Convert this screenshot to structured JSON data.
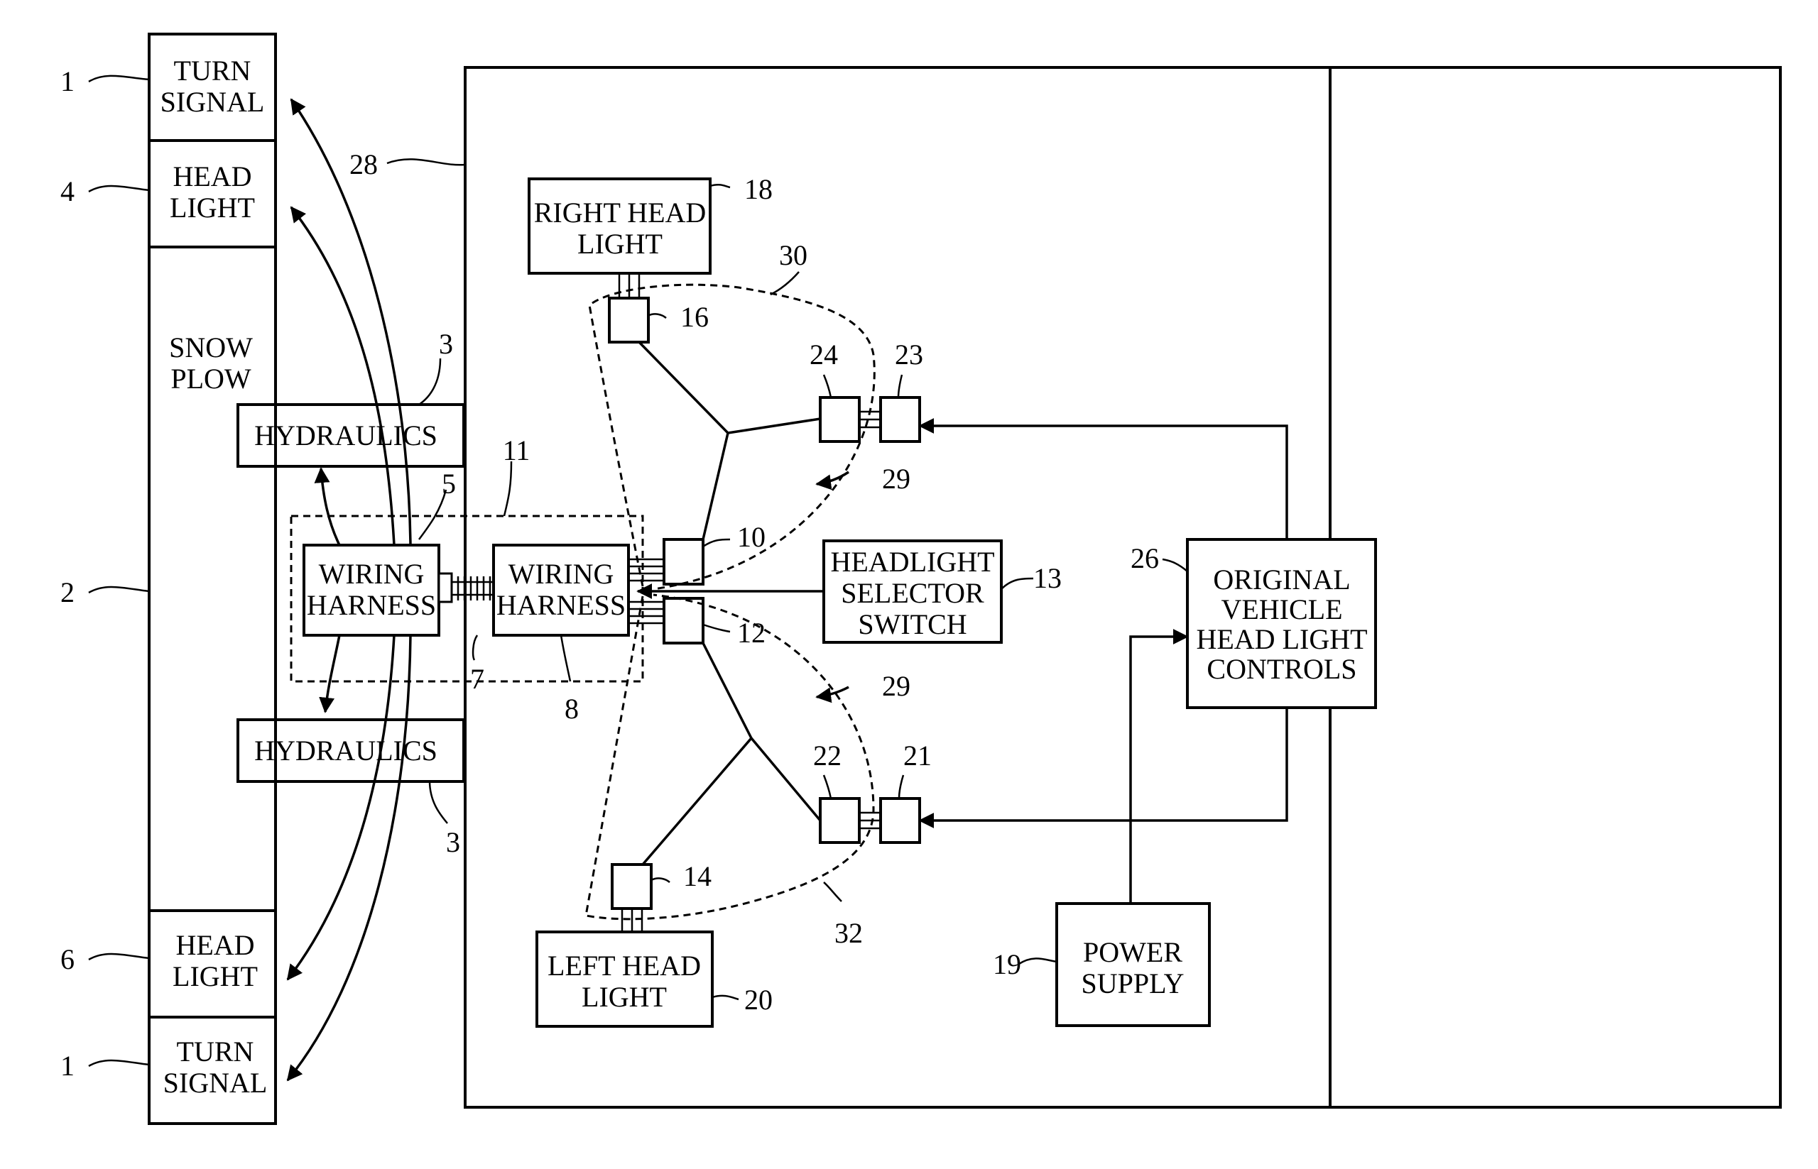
{
  "boxes": {
    "turn_signal_top": [
      "TURN",
      "SIGNAL"
    ],
    "head_light_top": [
      "HEAD",
      "LIGHT"
    ],
    "snow_plow": [
      "SNOW",
      "PLOW"
    ],
    "head_light_bottom": [
      "HEAD",
      "LIGHT"
    ],
    "turn_signal_bottom": [
      "TURN",
      "SIGNAL"
    ],
    "hydraulics_top": [
      "HYDRAULICS"
    ],
    "hydraulics_bottom": [
      "HYDRAULICS"
    ],
    "wiring_harness_left": [
      "WIRING",
      "HARNESS"
    ],
    "wiring_harness_right": [
      "WIRING",
      "HARNESS"
    ],
    "right_head_light": [
      "RIGHT HEAD",
      "LIGHT"
    ],
    "left_head_light": [
      "LEFT HEAD",
      "LIGHT"
    ],
    "headlight_selector_switch": [
      "HEADLIGHT",
      "SELECTOR",
      "SWITCH"
    ],
    "original_controls": [
      "ORIGINAL",
      "VEHICLE",
      "HEAD LIGHT",
      "CONTROLS"
    ],
    "power_supply": [
      "POWER",
      "SUPPLY"
    ]
  },
  "refs": {
    "turn_signal_top": "1",
    "head_light_top": "4",
    "plow_body": "2",
    "head_light_bottom": "6",
    "turn_signal_bottom": "1",
    "vehicle_frame": "28",
    "hydraulics_top": "3",
    "hydraulics_bottom": "3",
    "harness_assembly": "11",
    "harness_left": "5",
    "harness_link": "7",
    "harness_right": "8",
    "connector_10": "10",
    "connector_12": "12",
    "selector_switch": "13",
    "connector_14": "14",
    "connector_16": "16",
    "right_head_light": "18",
    "power_supply": "19",
    "left_head_light": "20",
    "connector_21": "21",
    "connector_22": "22",
    "connector_23": "23",
    "connector_24": "24",
    "original_controls": "26",
    "dashed_29_top": "29",
    "dashed_29_bottom": "29",
    "dashed_30": "30",
    "dashed_32": "32"
  }
}
